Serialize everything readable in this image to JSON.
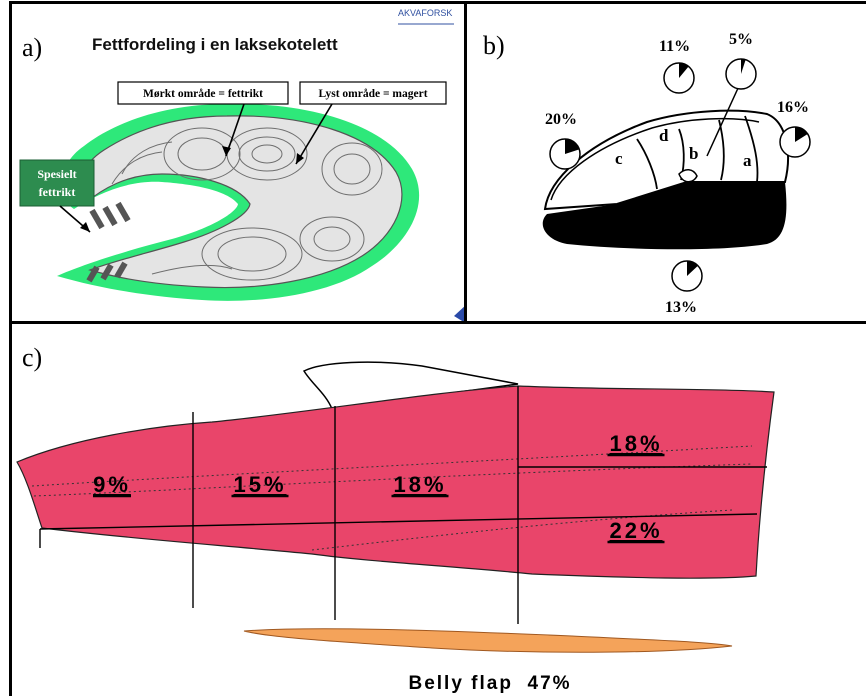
{
  "panel_a": {
    "label": "a)",
    "title": "Fettfordeling i en laksekotelett",
    "logo_text": "AKVAFORSK",
    "callout_dark": "Mørkt område = fettrikt",
    "callout_light": "Lyst område = magert",
    "callout_special_line1": "Spesielt",
    "callout_special_line2": "fettrikt",
    "colors": {
      "fat_rim": "#2ee87a",
      "badge": "#2d8c4f"
    }
  },
  "panel_b": {
    "label": "b)",
    "region_labels": [
      "a",
      "b",
      "c",
      "d"
    ],
    "pies": [
      {
        "label": "20%",
        "value": 20
      },
      {
        "label": "11%",
        "value": 11
      },
      {
        "label": "5%",
        "value": 5
      },
      {
        "label": "16%",
        "value": 16
      },
      {
        "label": "13%",
        "value": 13
      }
    ]
  },
  "panel_c": {
    "label": "c)",
    "segments": [
      {
        "label": "9%",
        "value": 9
      },
      {
        "label": "15%",
        "value": 15
      },
      {
        "label": "18%",
        "value": 18
      },
      {
        "label": "18%",
        "value": 18
      },
      {
        "label": "22%",
        "value": 22
      }
    ],
    "belly_flap": {
      "label": "Belly flap  47%",
      "value": 47
    },
    "colors": {
      "fillet": "#e9456a",
      "belly": "#f4a35a"
    }
  }
}
